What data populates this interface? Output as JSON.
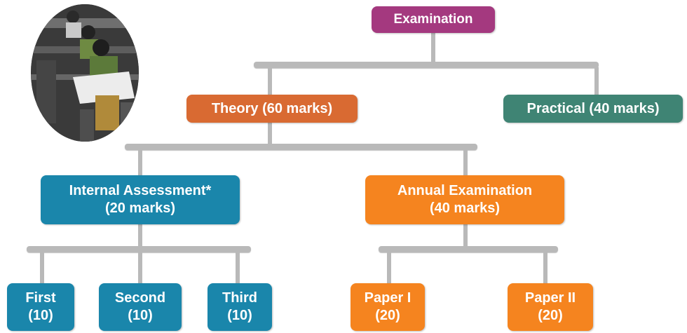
{
  "colors": {
    "examination": "#a4397f",
    "theory": "#d96a32",
    "practical": "#3f8474",
    "internal": "#1a86ab",
    "annual": "#f5841f",
    "connector": "#b9b9b9"
  },
  "photo": {
    "description_icon": "students-exam-photo"
  },
  "nodes": {
    "examination": "Examination",
    "theory": "Theory (60 marks)",
    "practical": "Practical (40 marks)",
    "internal": "Internal Assessment*\n(20 marks)",
    "annual": "Annual Examination\n(40 marks)",
    "first": "First\n(10)",
    "second": "Second\n(10)",
    "third": "Third\n(10)",
    "paper1": "Paper I\n(20)",
    "paper2": "Paper II\n(20)"
  }
}
